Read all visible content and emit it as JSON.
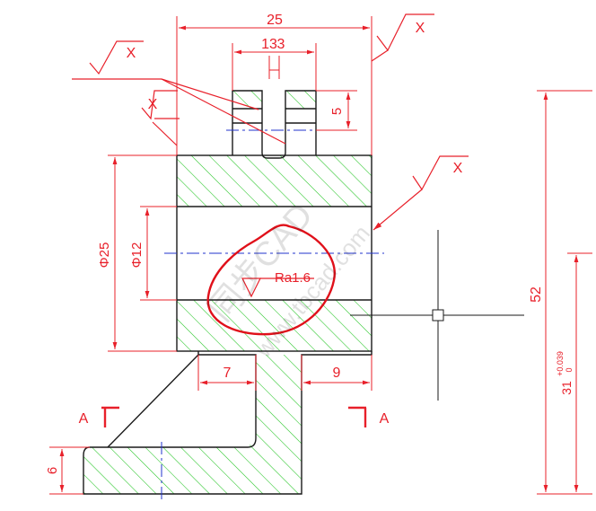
{
  "colors": {
    "background": "#ffffff",
    "outline": "#1a1a1a",
    "dimension": "#e8202a",
    "hatch": "#22c422",
    "centerline": "#2233cc",
    "annotation": "#e0101a"
  },
  "dimensions": {
    "overall_width": "25",
    "slot_outer": "13",
    "slot_inner": "3",
    "groove_depth": "5",
    "bore_outer": "Φ25",
    "bore_inner": "Φ12",
    "left_step": "7",
    "right_step": "9",
    "base_height": "6",
    "total_height": "52",
    "partial_height": "31",
    "tolerance_upper": "+0.039",
    "tolerance_lower": "0"
  },
  "roughness_symbols": [
    "X",
    "X",
    "X",
    "X"
  ],
  "roughness_value": "Ra1.6",
  "section_labels": [
    "A",
    "A"
  ],
  "watermark": [
    "同步CAD",
    "www.tbcad.com"
  ],
  "icons": {
    "crosshair": "crosshair-cursor-icon",
    "roughness": "surface-roughness-icon"
  }
}
